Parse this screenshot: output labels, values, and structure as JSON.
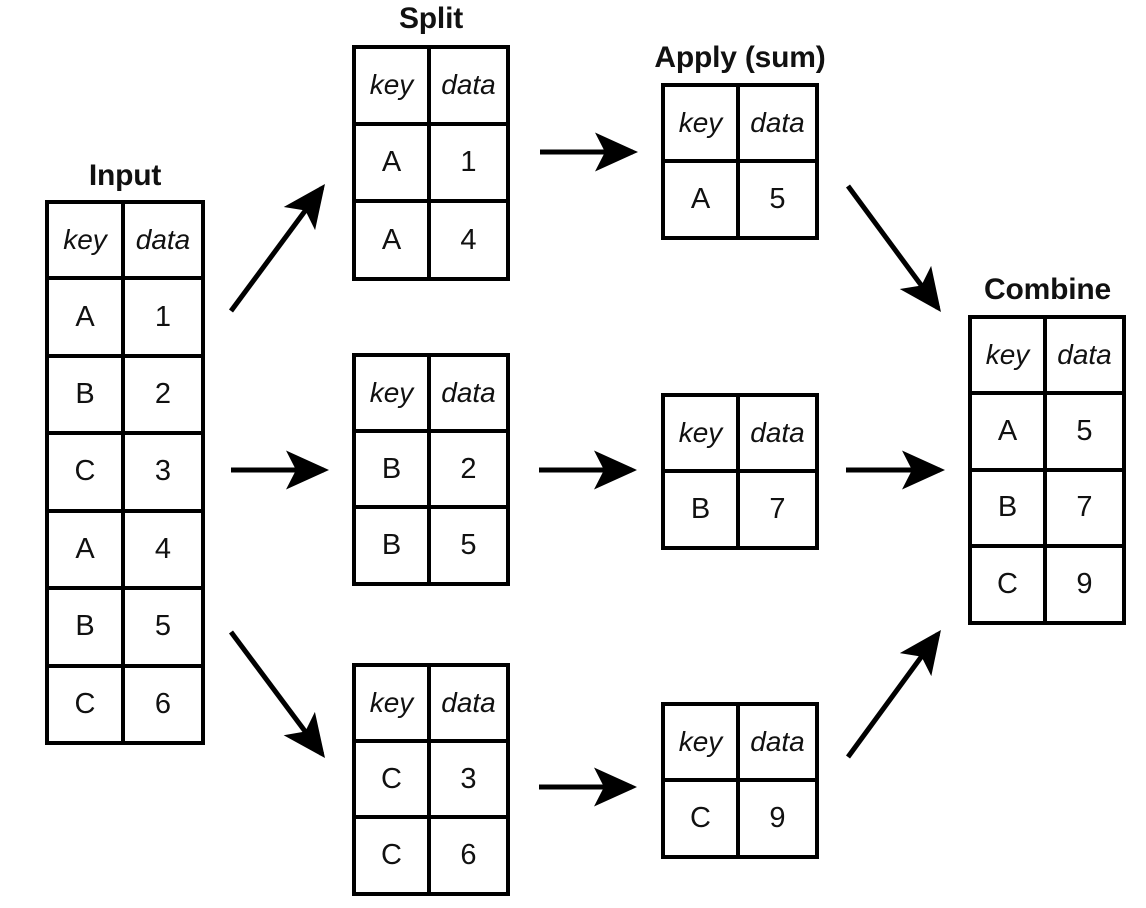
{
  "diagram": {
    "title_input": "Input",
    "title_split": "Split",
    "title_apply": "Apply (sum)",
    "title_combine": "Combine",
    "column_headers": {
      "key": "key",
      "data": "data"
    }
  },
  "tables": {
    "input": {
      "label": "Input",
      "headers": [
        "key",
        "data"
      ],
      "rows": [
        [
          "A",
          "1"
        ],
        [
          "B",
          "2"
        ],
        [
          "C",
          "3"
        ],
        [
          "A",
          "4"
        ],
        [
          "B",
          "5"
        ],
        [
          "C",
          "6"
        ]
      ]
    },
    "split_a": {
      "label": "Split",
      "headers": [
        "key",
        "data"
      ],
      "rows": [
        [
          "A",
          "1"
        ],
        [
          "A",
          "4"
        ]
      ]
    },
    "split_b": {
      "label": "Split",
      "headers": [
        "key",
        "data"
      ],
      "rows": [
        [
          "B",
          "2"
        ],
        [
          "B",
          "5"
        ]
      ]
    },
    "split_c": {
      "label": "Split",
      "headers": [
        "key",
        "data"
      ],
      "rows": [
        [
          "C",
          "3"
        ],
        [
          "C",
          "6"
        ]
      ]
    },
    "apply_a": {
      "label": "Apply (sum)",
      "headers": [
        "key",
        "data"
      ],
      "rows": [
        [
          "A",
          "5"
        ]
      ]
    },
    "apply_b": {
      "label": "Apply (sum)",
      "headers": [
        "key",
        "data"
      ],
      "rows": [
        [
          "B",
          "7"
        ]
      ]
    },
    "apply_c": {
      "label": "Apply (sum)",
      "headers": [
        "key",
        "data"
      ],
      "rows": [
        [
          "C",
          "9"
        ]
      ]
    },
    "combine": {
      "label": "Combine",
      "headers": [
        "key",
        "data"
      ],
      "rows": [
        [
          "A",
          "5"
        ],
        [
          "B",
          "7"
        ],
        [
          "C",
          "9"
        ]
      ]
    }
  },
  "style": {
    "line_color": "#000000",
    "text_color": "#111111",
    "background": "#ffffff"
  }
}
